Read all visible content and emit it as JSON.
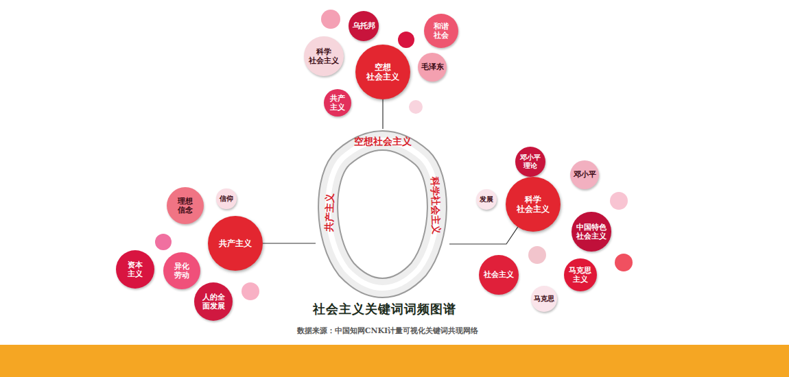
{
  "diagram": {
    "title": "社会主义关键词词频图谱",
    "caption": "数据来源：中国知网CNKI计量可视化关键词共现网络",
    "nodes": [
      {
        "text": [
          "乌托邦"
        ]
      },
      {
        "text": [
          "和谐 社会"
        ]
      },
      {
        "text": [
          "科学 社会主义"
        ]
      },
      {
        "text": [
          "空想 社会主义"
        ]
      },
      {
        "text": [
          "毛泽东"
        ]
      },
      {
        "text": [
          "共产 主义"
        ]
      },
      {
        "text": [
          "空想社会主义",
          "科学社会主义",
          "共产主义"
        ]
      },
      {
        "text": [
          "邓小平 理论"
        ]
      },
      {
        "text": [
          "邓小平"
        ]
      },
      {
        "text": [
          "信仰"
        ]
      },
      {
        "text": [
          "理想 信念"
        ]
      },
      {
        "text": [
          "发展"
        ]
      },
      {
        "text": [
          "科学 社会主义"
        ]
      },
      {
        "text": [
          "中国特色 社会主义"
        ]
      },
      {
        "text": [
          "共产主义"
        ]
      },
      {
        "text": [
          "资本 主义"
        ]
      },
      {
        "text": [
          "异化 劳动"
        ]
      },
      {
        "text": [
          "社会主义"
        ]
      },
      {
        "text": [
          "马克思 主义"
        ]
      },
      {
        "text": [
          "人的全 面发展"
        ]
      },
      {
        "text": [
          "马克思"
        ]
      }
    ],
    "edges": [
      {
        "from": 6,
        "to": 3,
        "arrow": "none"
      },
      {
        "from": 6,
        "to": 14,
        "arrow": "none"
      },
      {
        "from": 6,
        "to": 12,
        "arrow": "none"
      }
    ]
  }
}
